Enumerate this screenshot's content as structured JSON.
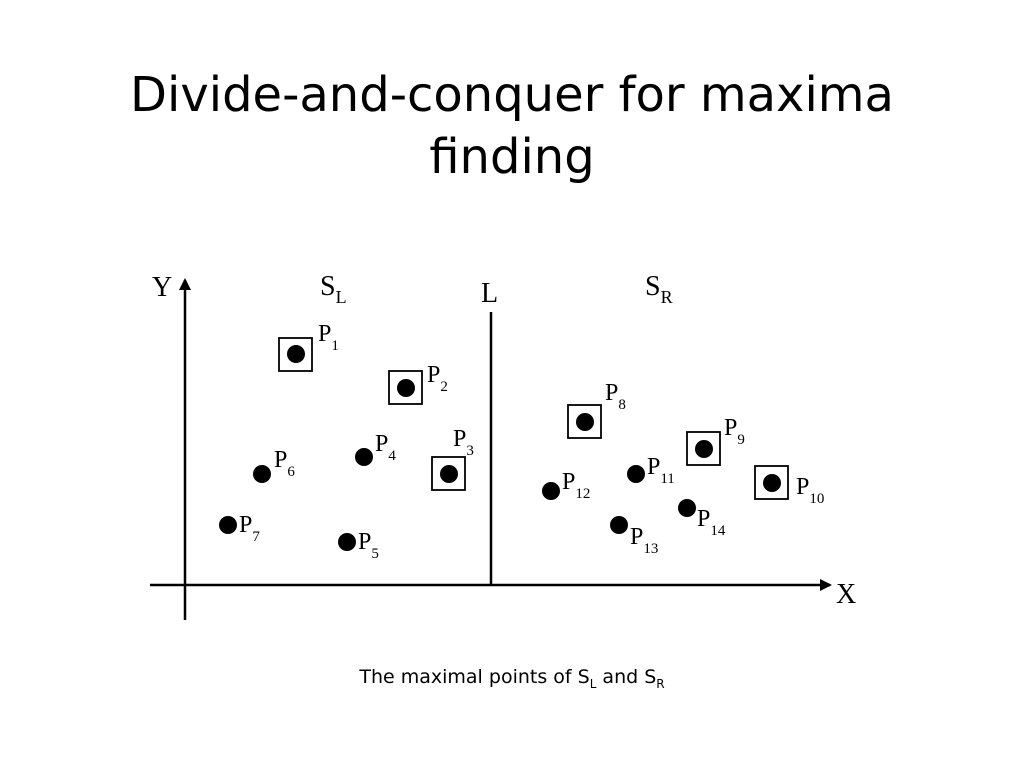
{
  "slide": {
    "title_line1": "Divide-and-conquer for maxima",
    "title_line2": "finding"
  },
  "diagram": {
    "y_axis_label": "Y",
    "x_axis_label": "X",
    "divider_label": "L",
    "left_set": {
      "base": "S",
      "sub": "L"
    },
    "right_set": {
      "base": "S",
      "sub": "R"
    },
    "points": [
      {
        "base": "P",
        "sub": "1",
        "boxed": true
      },
      {
        "base": "P",
        "sub": "2",
        "boxed": true
      },
      {
        "base": "P",
        "sub": "3",
        "boxed": true
      },
      {
        "base": "P",
        "sub": "4",
        "boxed": false
      },
      {
        "base": "P",
        "sub": "5",
        "boxed": false
      },
      {
        "base": "P",
        "sub": "6",
        "boxed": false
      },
      {
        "base": "P",
        "sub": "7",
        "boxed": false
      },
      {
        "base": "P",
        "sub": "8",
        "boxed": true
      },
      {
        "base": "P",
        "sub": "9",
        "boxed": true
      },
      {
        "base": "P",
        "sub": "10",
        "boxed": true
      },
      {
        "base": "P",
        "sub": "11",
        "boxed": false
      },
      {
        "base": "P",
        "sub": "12",
        "boxed": false
      },
      {
        "base": "P",
        "sub": "13",
        "boxed": false
      },
      {
        "base": "P",
        "sub": "14",
        "boxed": false
      }
    ]
  },
  "caption": {
    "text": "The maximal points of ",
    "sl_base": "S",
    "sl_sub": "L",
    "and": " and ",
    "sr_base": "S",
    "sr_sub": "R"
  }
}
